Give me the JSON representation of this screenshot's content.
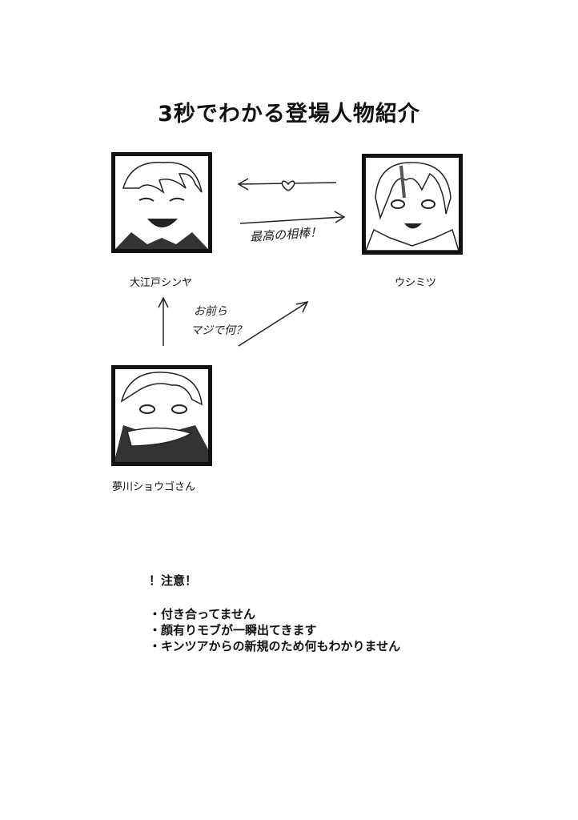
{
  "title": "3秒でわかる登場人物紹介",
  "characters": [
    {
      "name": "大江戸シンヤ"
    },
    {
      "name": "ウシミツ"
    },
    {
      "name": "夢川ショウゴさん"
    }
  ],
  "annotations": {
    "partner": "最高の相棒！",
    "question_line1": "お前ら",
    "question_line2": "マジで何？"
  },
  "notes": {
    "heading": "！注意！",
    "items": [
      "・付き合ってません",
      "・顔有りモブが一瞬出てきます",
      "・キンツアからの新規のため何もわかりません"
    ]
  }
}
